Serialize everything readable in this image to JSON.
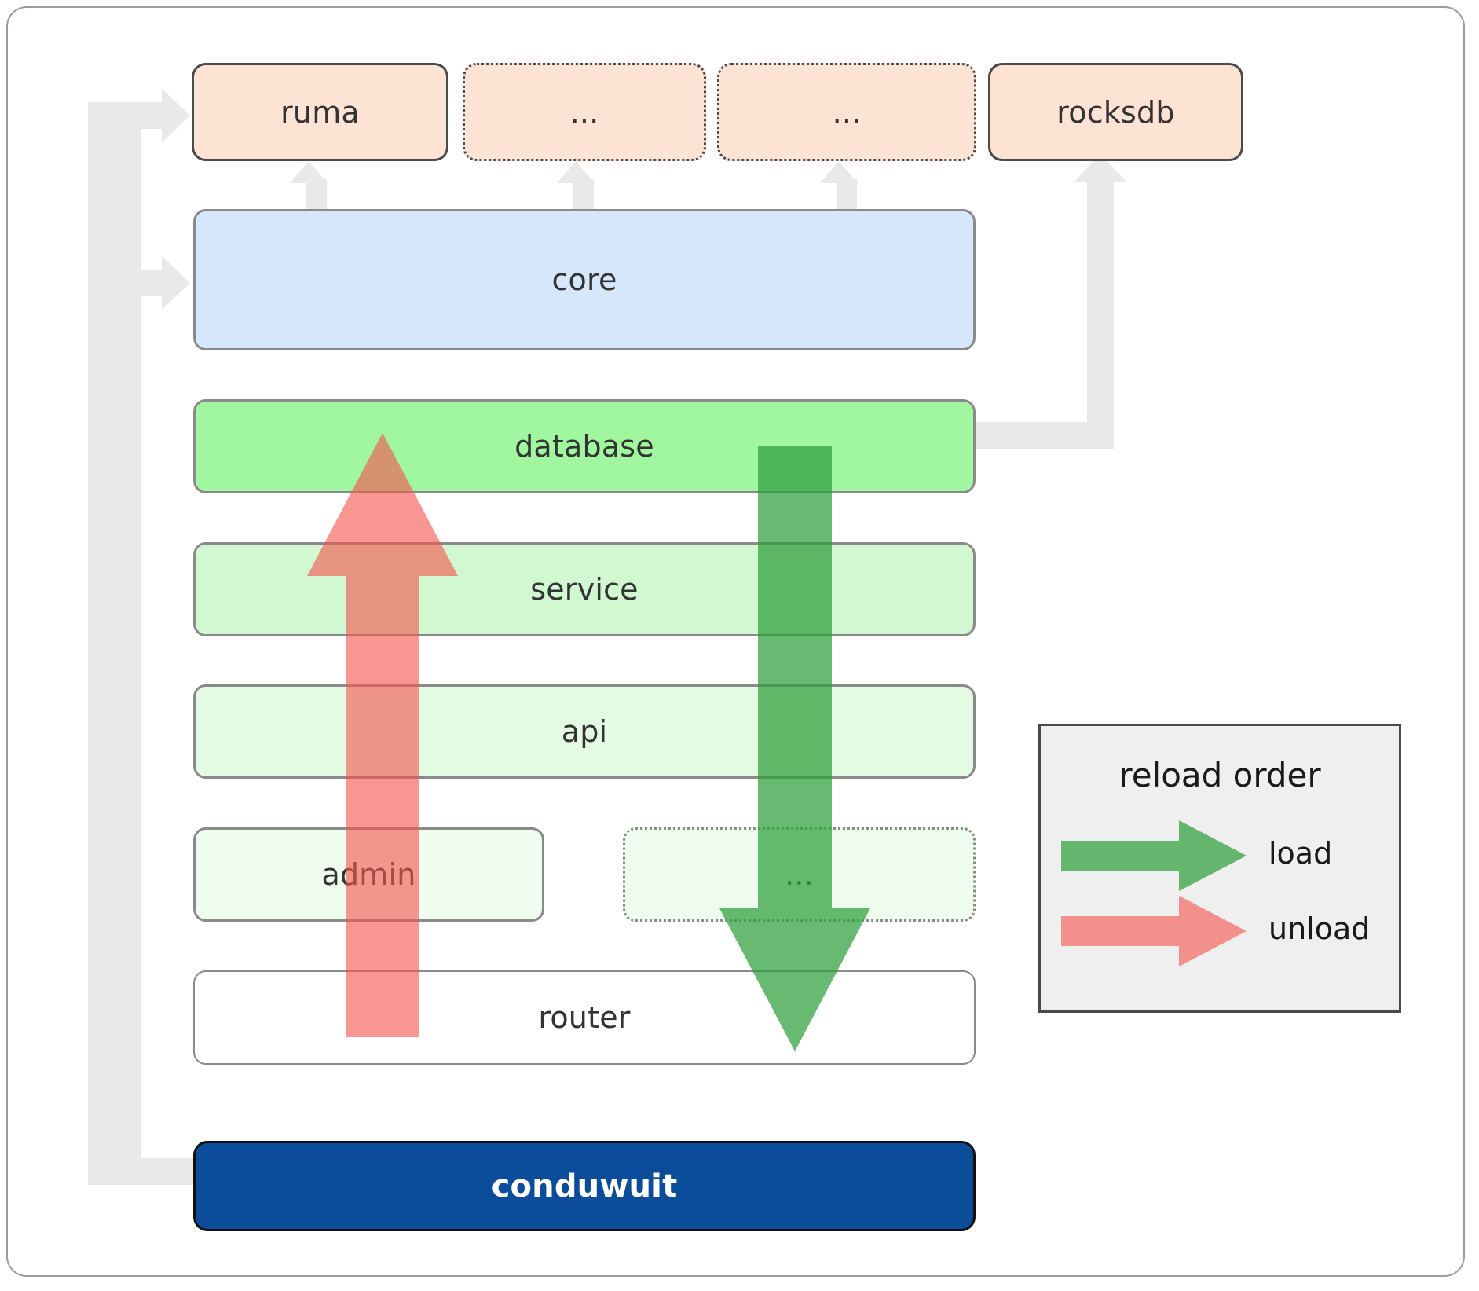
{
  "diagram": {
    "title": "conduwuit crate / reload order architecture",
    "dependencies": [
      {
        "id": "ruma",
        "label": "ruma",
        "style": "solid"
      },
      {
        "id": "dep2",
        "label": "...",
        "style": "dotted"
      },
      {
        "id": "dep3",
        "label": "...",
        "style": "dotted"
      },
      {
        "id": "rocksdb",
        "label": "rocksdb",
        "style": "solid"
      }
    ],
    "core": {
      "id": "core",
      "label": "core"
    },
    "layers": [
      {
        "id": "database",
        "label": "database",
        "style": "solid"
      },
      {
        "id": "service",
        "label": "service",
        "style": "solid"
      },
      {
        "id": "api",
        "label": "api",
        "style": "solid"
      },
      {
        "id": "admin",
        "label": "admin",
        "style": "solid"
      },
      {
        "id": "more",
        "label": "...",
        "style": "dotted"
      },
      {
        "id": "router",
        "label": "router",
        "style": "solid"
      }
    ],
    "app": {
      "id": "conduwuit",
      "label": "conduwuit"
    },
    "legend": {
      "title": "reload order",
      "items": [
        {
          "id": "load",
          "label": "load",
          "color": "#3d9c43"
        },
        {
          "id": "unload",
          "label": "unload",
          "color": "#f4756f"
        }
      ]
    },
    "colors": {
      "dependency_fill": "#fce3d3",
      "core_fill": "#d6e7fb",
      "database_fill": "#a0f7a0",
      "service_fill": "#d2f8d2",
      "api_fill": "#e3fbe3",
      "admin_fill": "#eefdee",
      "router_fill": "#ffffff",
      "app_fill": "#0b4d9b",
      "app_text": "#ffffff",
      "connector": "#e9e9e9",
      "load_arrow": "#3d9c43",
      "unload_arrow": "#f4756f",
      "legend_fill": "#efefef",
      "border": "#8a8a8a"
    }
  }
}
